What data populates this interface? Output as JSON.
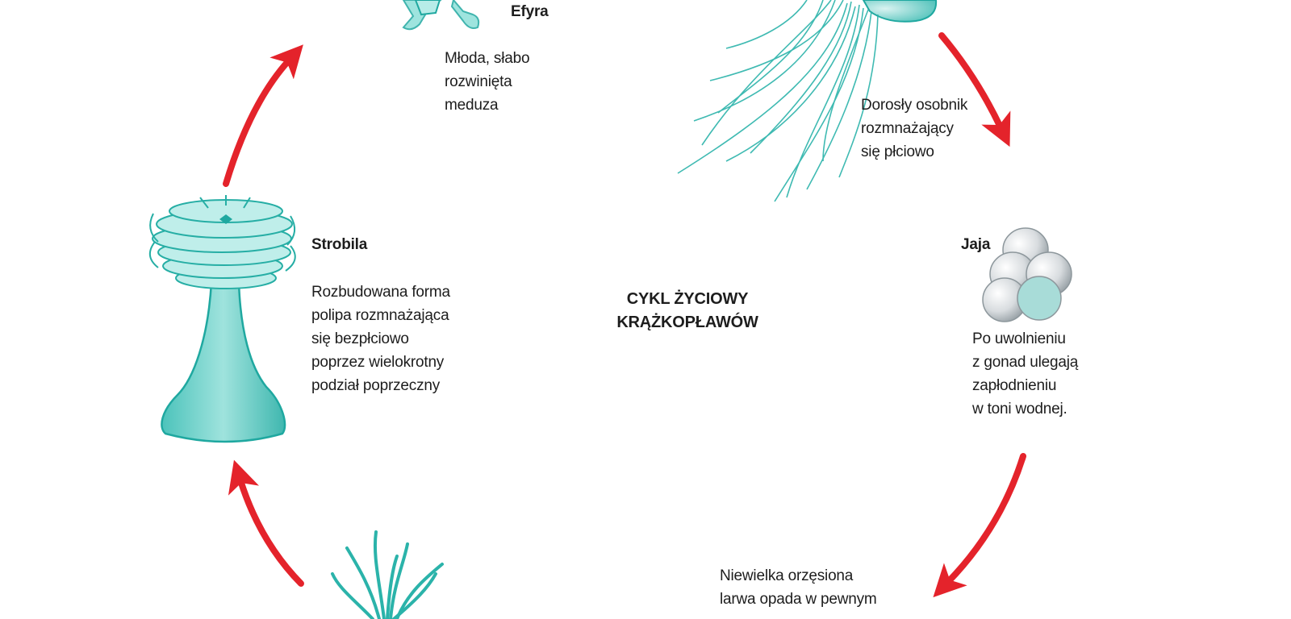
{
  "diagram": {
    "center_title": [
      "CYKL ŻYCIOWY",
      "KRĄŻKOPŁAWÓW"
    ],
    "stages": {
      "ephyra": {
        "name": "Efyra",
        "description": [
          "Młoda, słabo",
          "rozwinięta",
          "meduza"
        ]
      },
      "medusa": {
        "description": [
          "Dorosły osobnik",
          "rozmnażający",
          "się płciowo"
        ]
      },
      "eggs": {
        "name": "Jaja",
        "description": [
          "Po uwolnieniu",
          "z gonad ulegają",
          "zapłodnieniu",
          "w toni wodnej."
        ]
      },
      "strobila": {
        "name": "Strobila",
        "description": [
          "Rozbudowana forma",
          "polipa rozmnażająca",
          "się bezpłciowo",
          "poprzez wielokrotny",
          "podział poprzeczny"
        ]
      },
      "planula": {
        "description": [
          "Niewielka orzęsiona",
          "larwa opada w pewnym"
        ]
      }
    },
    "colors": {
      "arrow": "#e4232b",
      "organism_fill": "#6ed3cc",
      "organism_stroke": "#1fa8a0",
      "egg_fill": "#dcdfe1",
      "text": "#1d1d1d"
    }
  }
}
